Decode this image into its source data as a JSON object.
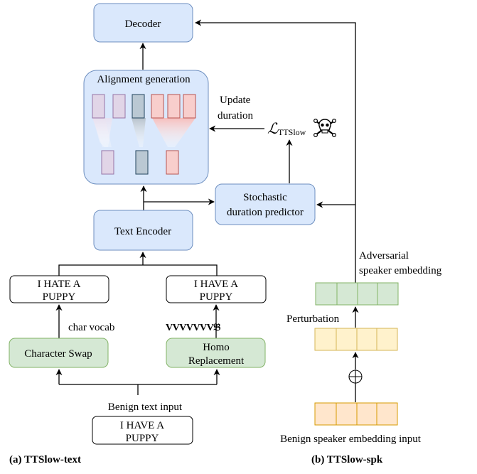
{
  "nodes": {
    "decoder": "Decoder",
    "alignment": "Alignment generation",
    "text_encoder": "Text Encoder",
    "sdp_line1": "Stochastic",
    "sdp_line2": "duration predictor",
    "char_swap": "Character Swap",
    "homo_line1": "Homo",
    "homo_line2": "Replacement"
  },
  "text_boxes": {
    "hate_line1": "I  HATE A",
    "hate_line2": "PUPPY",
    "have_line1": "I  HAVE A",
    "have_line2": "PUPPY",
    "input_line1": "I  HAVE A",
    "input_line2": "PUPPY"
  },
  "labels": {
    "update_line1": "Update",
    "update_line2": "duration",
    "loss_symbol": "ℒ",
    "loss_subscript": "TTSlow",
    "char_vocab": "char vocab",
    "homoglyphs": "VVVVVVV𝔅",
    "adv_line1": "Adversarial",
    "adv_line2": "speaker embedding",
    "perturbation": "Perturbation",
    "benign_text": "Benign text input",
    "benign_speaker": "Benign speaker embedding input",
    "oplus": "⊕"
  },
  "captions": {
    "left": "(a) TTSlow-text",
    "right": "(b) TTSlow-spk"
  },
  "colors": {
    "blue_fill": "#dae8fc",
    "blue_stroke": "#6c8ebf",
    "green_fill": "#d5e8d4",
    "green_stroke": "#82b366",
    "yellow_fill": "#fff2cc",
    "yellow_stroke": "#d6b656",
    "orange_fill": "#ffe6cc",
    "orange_stroke": "#d79b00",
    "purple_fill": "#e1d5e7",
    "purple_stroke": "#9673a6",
    "slate_fill": "#bac8d3",
    "slate_stroke": "#23445d",
    "red_fill": "#f8cecc",
    "red_stroke": "#b85450"
  },
  "icons": {
    "skull": "skull-crossbones-icon"
  }
}
